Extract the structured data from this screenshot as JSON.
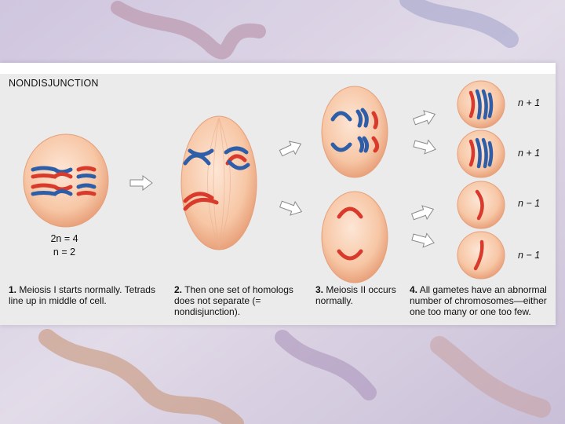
{
  "colors": {
    "cell_fill": "#f7c7a6",
    "cell_edge": "#e8a27a",
    "chromosome_red": "#d83a2c",
    "chromosome_blue": "#2f5ea8",
    "arrow": "#ffffff"
  },
  "figure": {
    "title": "NONDISJUNCTION",
    "ploidy_2n": "2n = 4",
    "ploidy_n": "n = 2",
    "gamete_labels": [
      "n + 1",
      "n + 1",
      "n − 1",
      "n − 1"
    ],
    "captions": [
      {
        "number": "1.",
        "bold": "Meiosis I starts normally.",
        "rest": "Tetrads line up in middle of cell."
      },
      {
        "number": "2.",
        "bold": "Then one set of",
        "rest": "homologs does not separate (= nondisjunction)."
      },
      {
        "number": "3.",
        "bold": "Meiosis II occurs",
        "rest": "normally."
      },
      {
        "number": "4.",
        "bold": "All gametes have an abnormal",
        "rest": "number of chromosomes—either one too many or one too few."
      }
    ]
  }
}
